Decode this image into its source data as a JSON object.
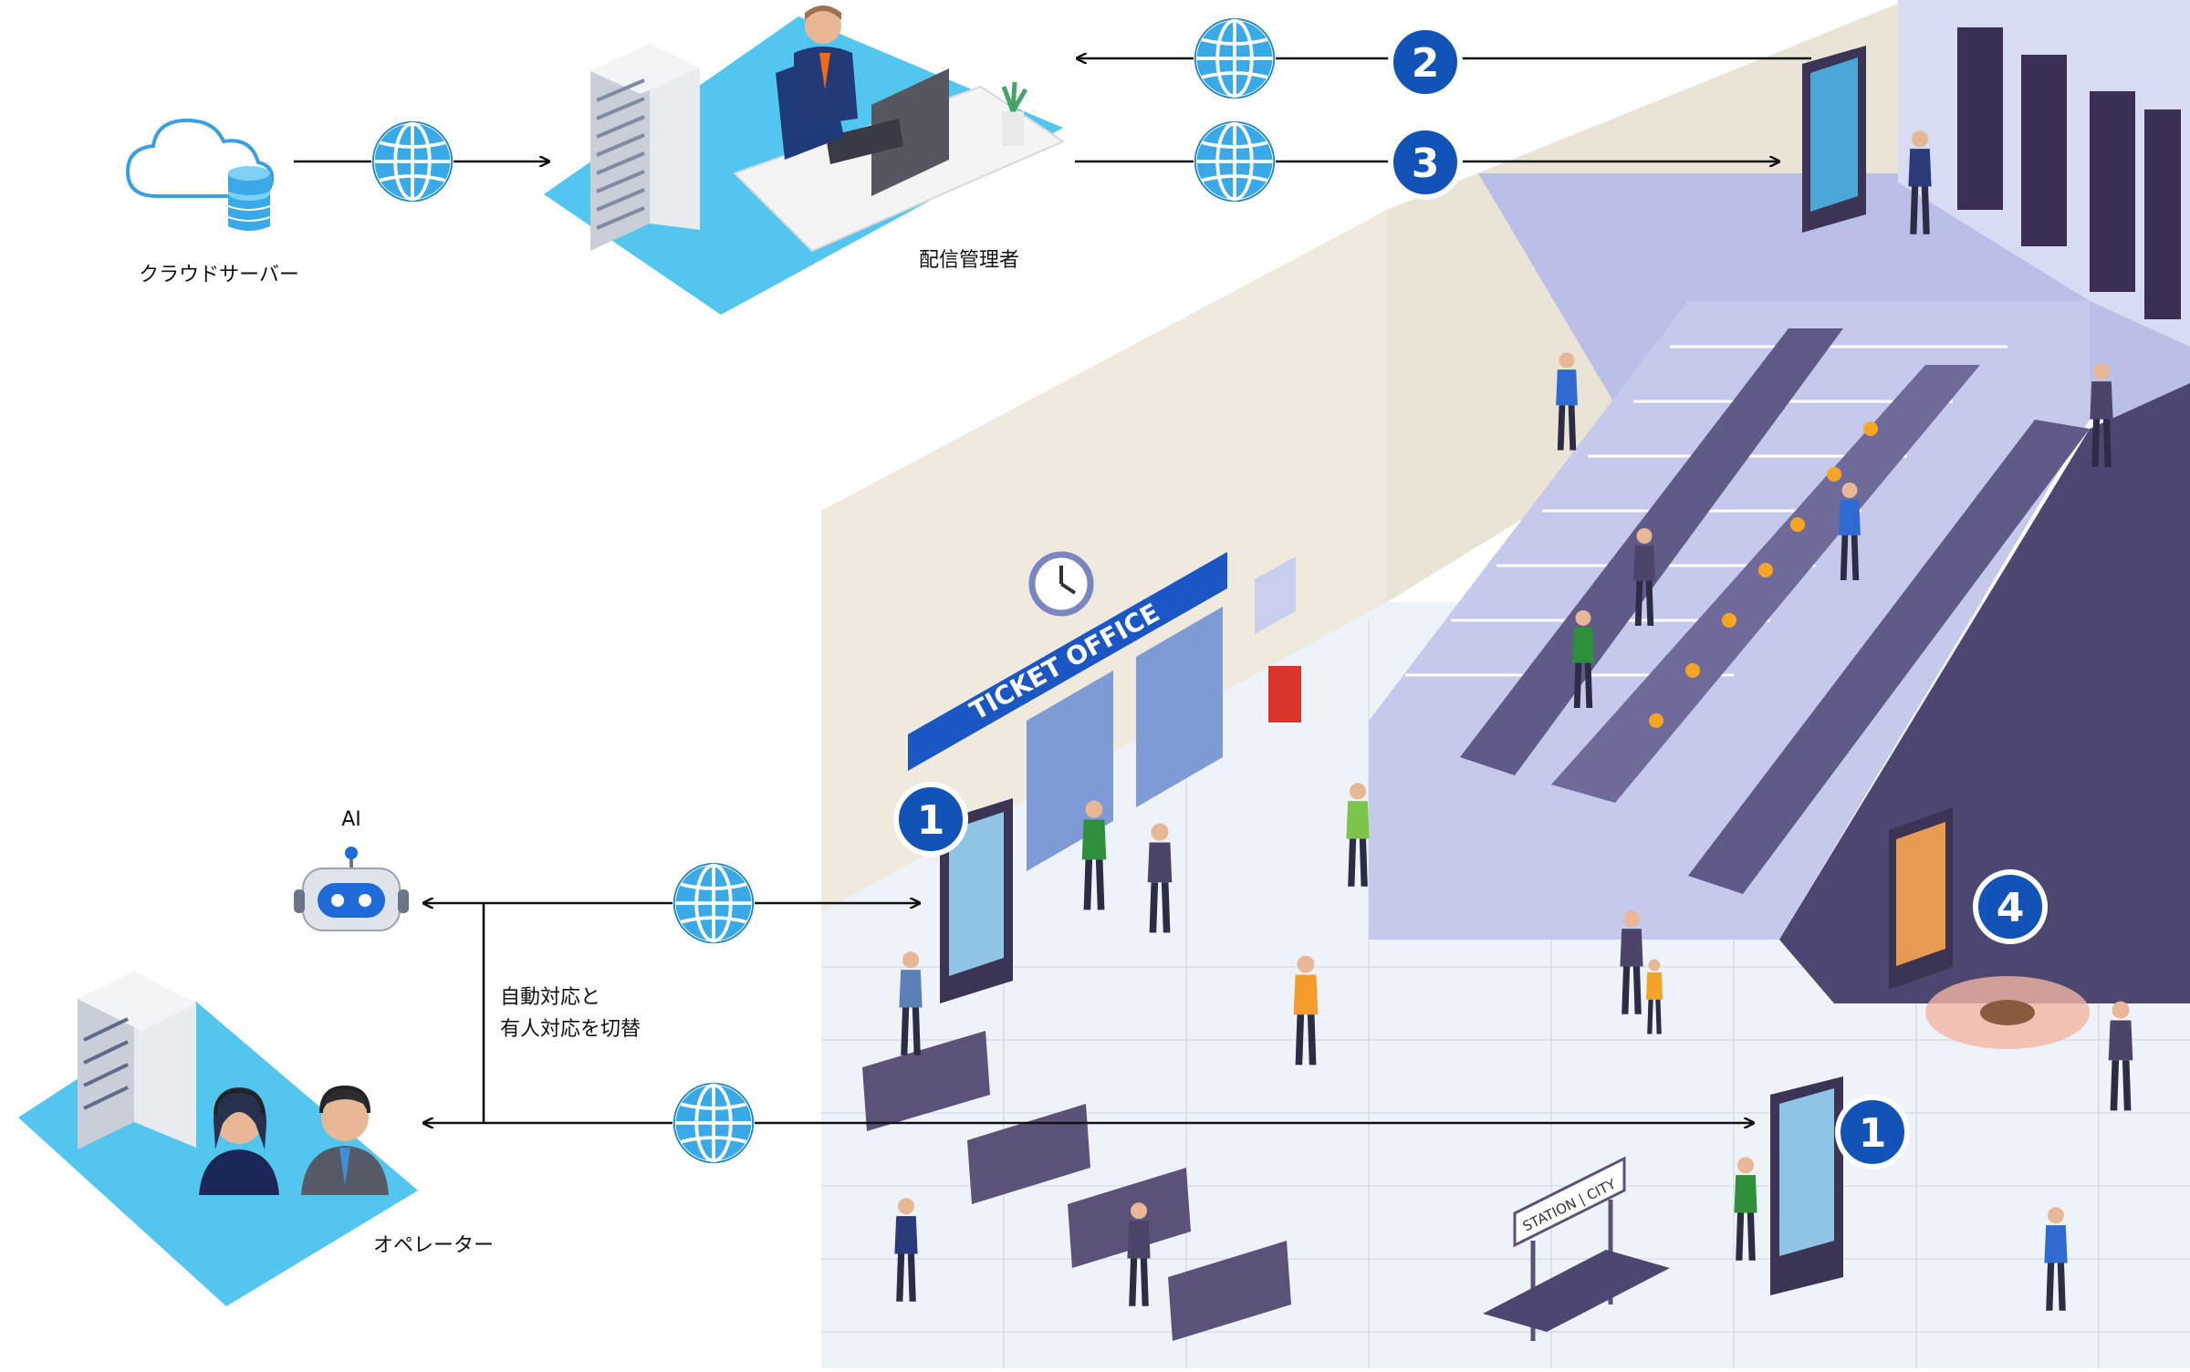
{
  "labels": {
    "cloud_server": "クラウドサーバー",
    "distribution_manager": "配信管理者",
    "ai": "AI",
    "switch_line1": "自動対応と",
    "switch_line2": "有人対応を切替",
    "operator": "オペレーター",
    "ticket_office": "TICKET OFFICE",
    "station_sign": "STATION | CITY"
  },
  "markers": {
    "kiosk_left": "1",
    "kiosk_right": "1",
    "upper_arrow": "2",
    "lower_arrow": "3",
    "floor_projection": "4"
  },
  "colors": {
    "badge": "#1253b8",
    "globe": "#3aa9e8",
    "floor_blue": "#52c6ef",
    "escalator": "#5f5a87",
    "wall": "#efeadd"
  }
}
